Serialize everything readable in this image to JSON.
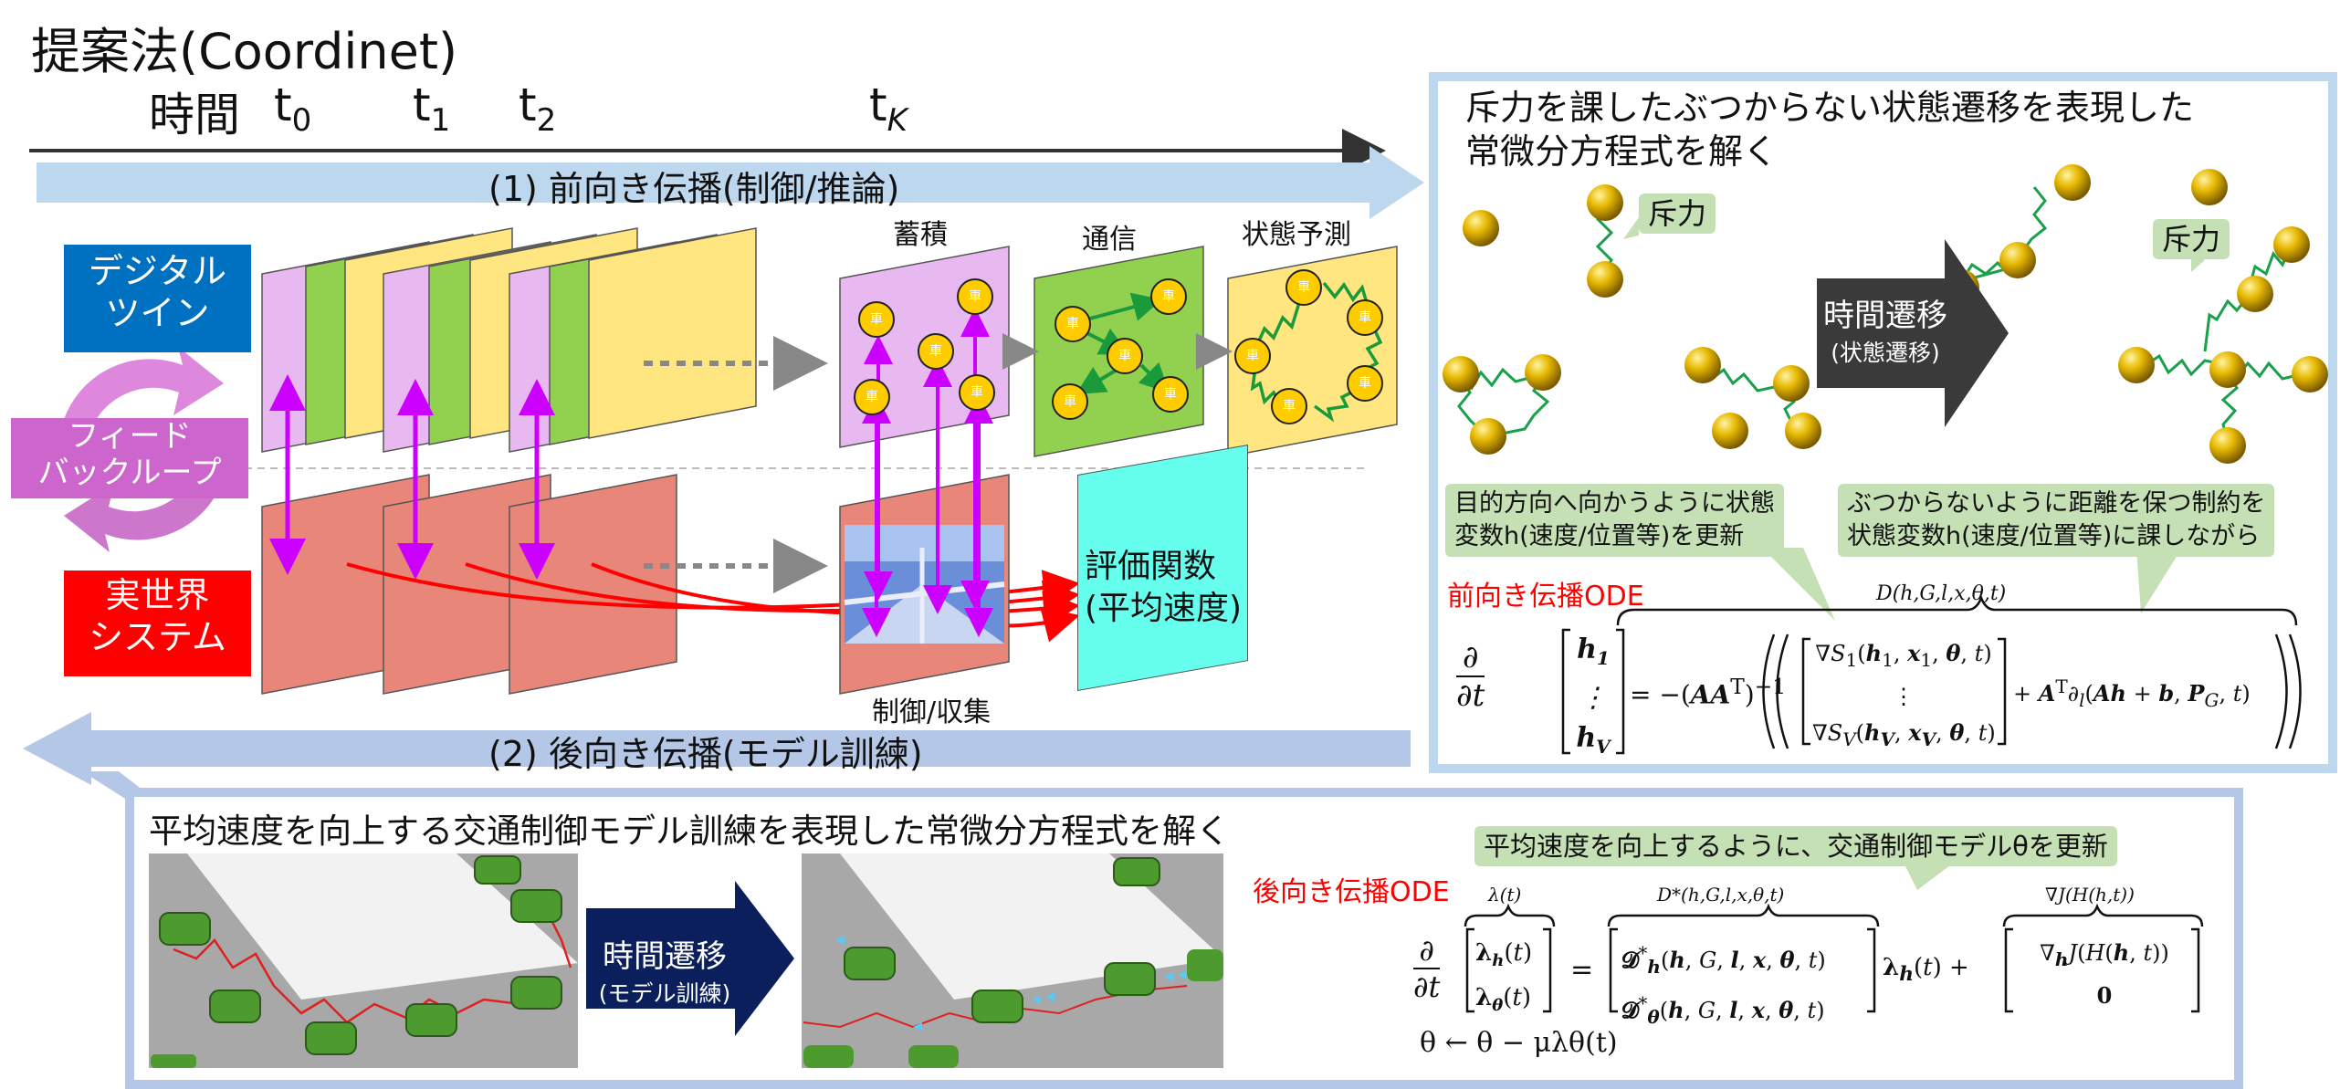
{
  "title": "提案法(Coordinet)",
  "timeline": {
    "label": "時間",
    "t0": "t",
    "t0_sub": "0",
    "t1": "t",
    "t1_sub": "1",
    "t2": "t",
    "t2_sub": "2",
    "tk": "t",
    "tk_sub": "K"
  },
  "forward_arrow_label": "(1) 前向き伝播(制御/推論)",
  "backward_arrow_label": "(2) 後向き伝播(モデル訓練)",
  "left": {
    "digital_twin": [
      "デジタル",
      "ツイン"
    ],
    "feedback": [
      "フィード",
      "バックループ"
    ],
    "real_world": [
      "実世界",
      "システム"
    ]
  },
  "stage_labels": {
    "accumulate": "蓄積",
    "communicate": "通信",
    "predict": "状態予測",
    "control_collect": "制御/収集"
  },
  "node_glyph": "車",
  "evaluation": [
    "評価関数",
    "(平均速度)"
  ],
  "right_panel": {
    "heading": [
      "斥力を課したぶつからない状態遷移を表現した",
      "常微分方程式を解く"
    ],
    "repulsion_1": "斥力",
    "repulsion_2": "斥力",
    "transition_main": "時間遷移",
    "transition_sub": "(状態遷移)",
    "callout_left": [
      "目的方向へ向かうように状態",
      "変数h(速度/位置等)を更新"
    ],
    "callout_right": [
      "ぶつからないように距離を保つ制約を",
      "状態変数h(速度/位置等)に課しながら"
    ],
    "ode_label": "前向き伝播ODE",
    "brace_label": "D(h,G,l,x,θ,t)"
  },
  "bottom_panel": {
    "heading": "平均速度を向上する交通制御モデル訓練を表現した常微分方程式を解く",
    "transition_main": "時間遷移",
    "transition_sub": "(モデル訓練)",
    "callout": "平均速度を向上するように、交通制御モデルθを更新",
    "ode_label": "後向き伝播ODE",
    "brace_lambda": "λ(t)",
    "brace_d": "D*(h,G,l,x,θ,t)",
    "brace_j": "∇J(H(h,t))",
    "update_rule": "θ ← θ − μλθ(t)"
  },
  "colors": {
    "forward_arrow": "#bdd7ee",
    "backward_arrow": "#b4c7e7",
    "digital_twin": "#0070c0",
    "real_world": "#ff0000",
    "feedback": "#dd88dd",
    "layer_pink": "#e8b8f0",
    "layer_green": "#92d050",
    "layer_yellow": "#ffe680",
    "layer_real": "#e8867a",
    "evaluation": "#66ffee",
    "callout": "#c5e0b4",
    "transition_dark": "#3a3a3a",
    "transition_navy": "#0a1f5c",
    "magenta_arrow": "#cc00ff"
  }
}
